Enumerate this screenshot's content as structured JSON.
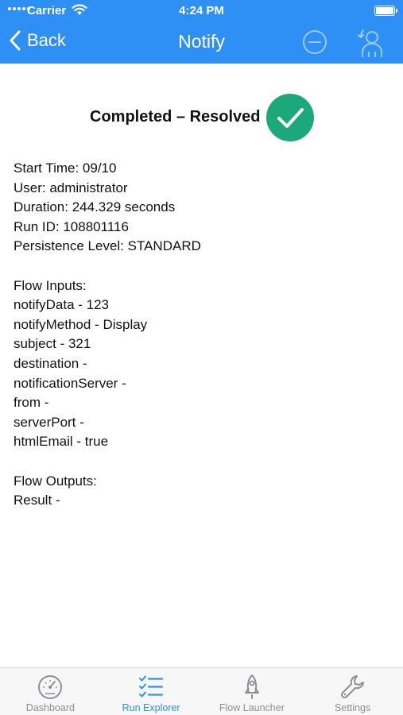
{
  "status_bar": {
    "carrier": "Carrier",
    "time": "4:24 PM"
  },
  "nav": {
    "back_label": "Back",
    "title": "Notify"
  },
  "run": {
    "status": "Completed – Resolved",
    "lines": [
      "Start Time: 09/10",
      "User: administrator",
      "Duration: 244.329 seconds",
      "Run ID: 108801116",
      "Persistence Level: STANDARD",
      "",
      "Flow Inputs:",
      "notifyData - 123",
      "notifyMethod - Display",
      "subject - 321",
      "destination -",
      "notificationServer -",
      "from -",
      "serverPort -",
      "htmlEmail - true",
      "",
      "Flow Outputs:",
      "Result -"
    ]
  },
  "tabs": [
    {
      "label": "Dashboard",
      "icon": "gauge-icon",
      "active": false
    },
    {
      "label": "Run Explorer",
      "icon": "checklist-icon",
      "active": true
    },
    {
      "label": "Flow Launcher",
      "icon": "rocket-icon",
      "active": false
    },
    {
      "label": "Settings",
      "icon": "wrench-icon",
      "active": false
    }
  ],
  "colors": {
    "primary": "#2e8ff5",
    "success": "#1ca97a",
    "tab_inactive": "#8e8e93"
  }
}
